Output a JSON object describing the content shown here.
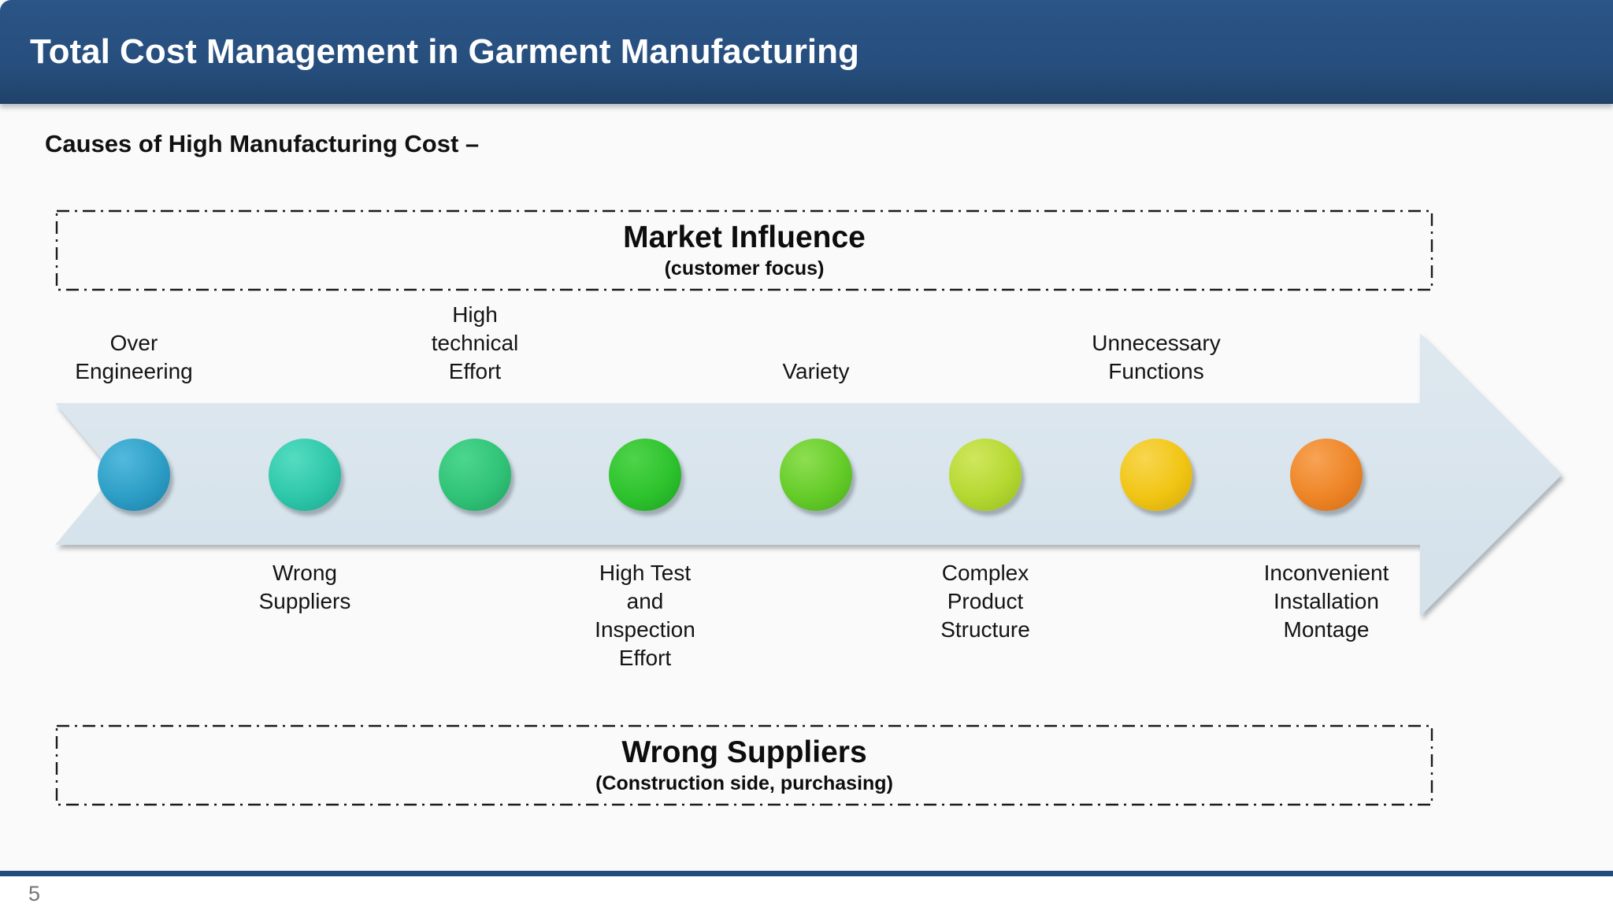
{
  "header": {
    "title": "Total Cost Management in Garment Manufacturing",
    "background_color": "#264e7d",
    "text_color": "#ffffff"
  },
  "subheading": "Causes of High Manufacturing Cost –",
  "market_box": {
    "title": "Market Influence",
    "subtitle": "(customer focus)",
    "border_style": "dash-dot",
    "border_color": "#1a1a1a"
  },
  "suppliers_box": {
    "title": "Wrong Suppliers",
    "subtitle": "(Construction side, purchasing)",
    "border_style": "dash-dot",
    "border_color": "#1a1a1a"
  },
  "process_arrow": {
    "type": "right-arrow",
    "fill_color": "#d9e4ec",
    "steps": [
      {
        "label": "Over\nEngineering",
        "label_position": "above",
        "dot_color": "#2d9ec6"
      },
      {
        "label": "Wrong\nSuppliers",
        "label_position": "below",
        "dot_color": "#2ec7aa"
      },
      {
        "label": "High\ntechnical\nEffort",
        "label_position": "above",
        "dot_color": "#30c377"
      },
      {
        "label": "High Test\nand\nInspection\nEffort",
        "label_position": "below",
        "dot_color": "#2dc32d"
      },
      {
        "label": "Variety",
        "label_position": "above",
        "dot_color": "#64cc28"
      },
      {
        "label": "Complex\nProduct\nStructure",
        "label_position": "below",
        "dot_color": "#b5d831"
      },
      {
        "label": "Unnecessary\nFunctions",
        "label_position": "above",
        "dot_color": "#f1c513"
      },
      {
        "label": "Inconvenient\nInstallation\nMontage",
        "label_position": "below",
        "dot_color": "#ee8526"
      }
    ]
  },
  "footer": {
    "page_number": "5",
    "line_color": "#1f4b7d"
  }
}
